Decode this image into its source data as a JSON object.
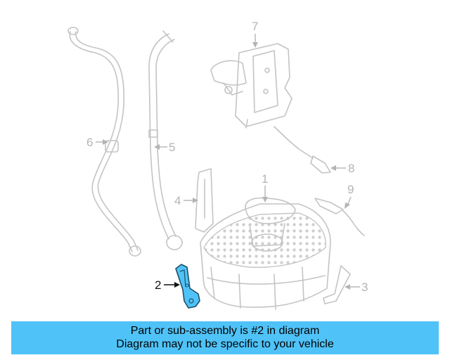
{
  "diagram": {
    "callouts": [
      {
        "id": "1",
        "label": "1"
      },
      {
        "id": "2",
        "label": "2"
      },
      {
        "id": "3",
        "label": "3"
      },
      {
        "id": "4",
        "label": "4"
      },
      {
        "id": "5",
        "label": "5"
      },
      {
        "id": "6",
        "label": "6"
      },
      {
        "id": "7",
        "label": "7"
      },
      {
        "id": "8",
        "label": "8"
      },
      {
        "id": "9",
        "label": "9"
      }
    ],
    "highlight_color": "#4fc3f7",
    "line_color": "#c4c4c4"
  },
  "banner": {
    "line1": "Part or sub-assembly is #2 in diagram",
    "line2": "Diagram may not be specific to your vehicle",
    "background": "#4fc3f7"
  }
}
